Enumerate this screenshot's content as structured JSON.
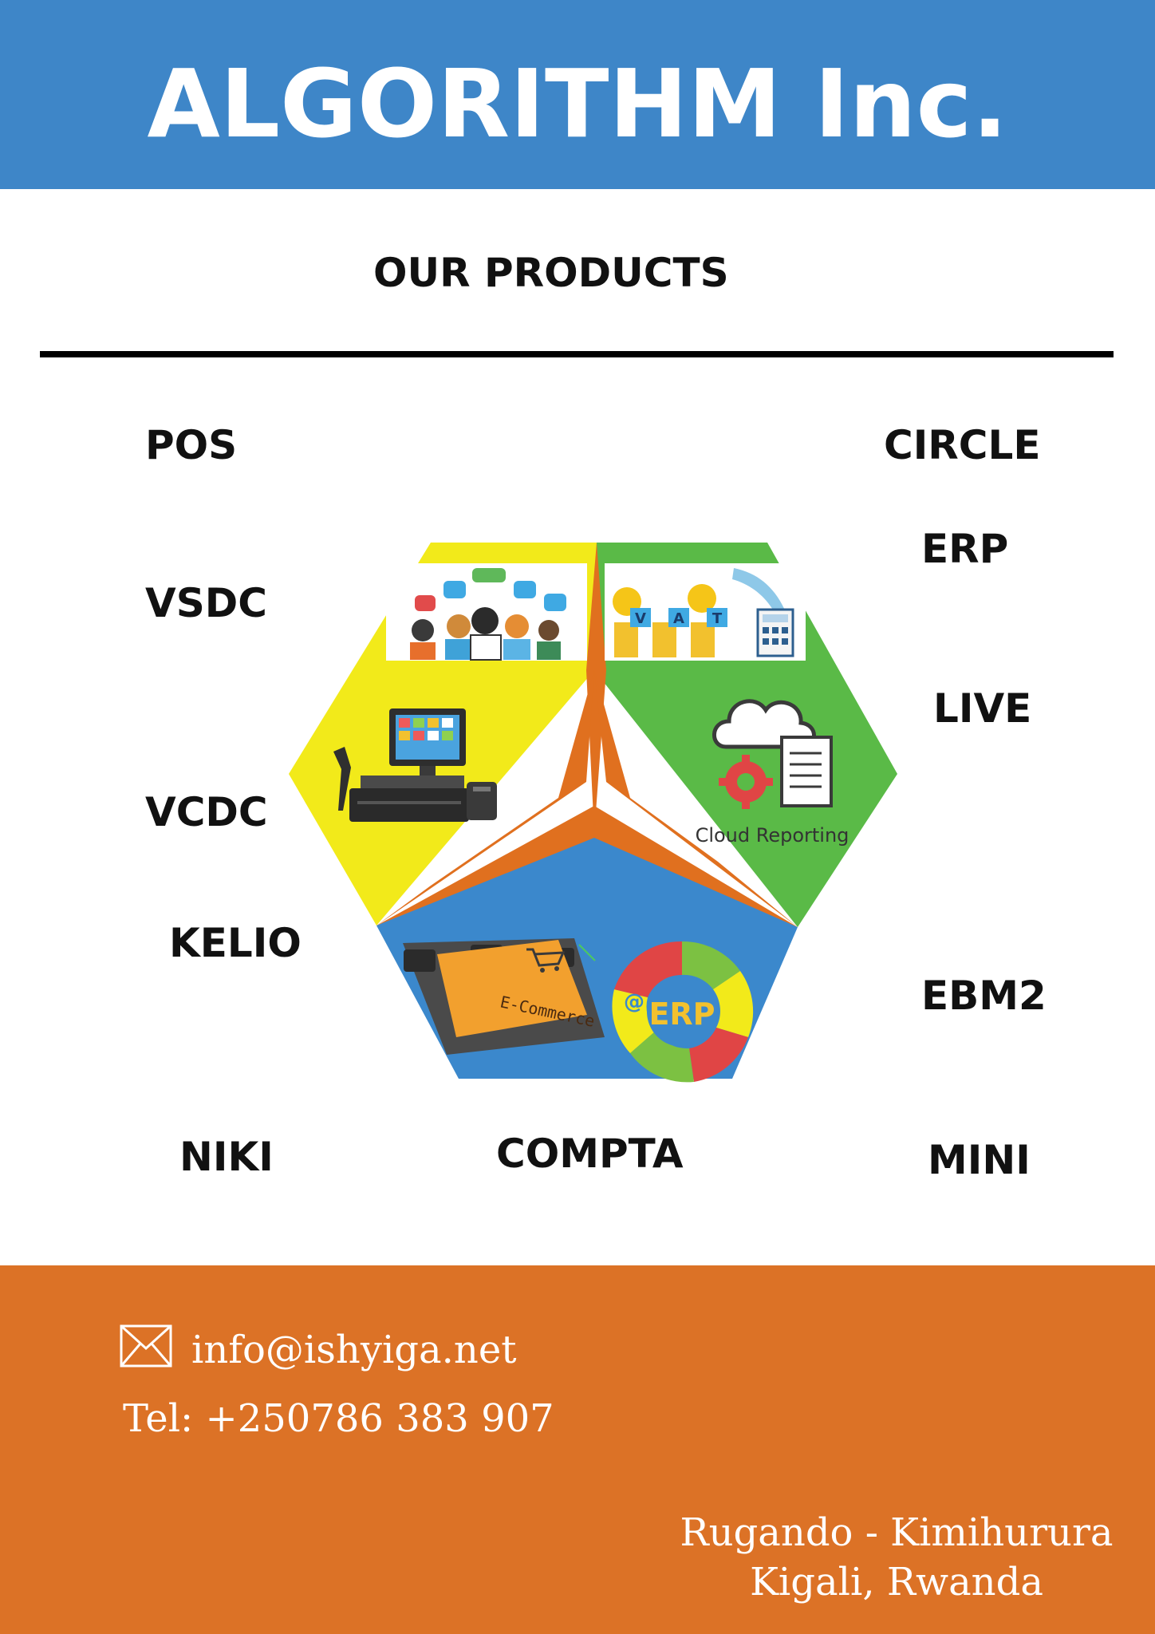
{
  "header": {
    "company": "ALGORITHM Inc."
  },
  "products_section": {
    "title": "OUR PRODUCTS",
    "products": [
      "POS",
      "CIRCLE",
      "ERP",
      "VSDC",
      "LIVE",
      "VCDC",
      "KELIO",
      "EBM2",
      "NIKI",
      "COMPTA",
      "MINI"
    ]
  },
  "graphic": {
    "cloud_label": "Cloud Reporting",
    "ecommerce_key": "E-Commerce",
    "erp_wheel": "ERP",
    "vat_letters": [
      "V",
      "A",
      "T"
    ]
  },
  "contact": {
    "email": "info@ishyiga.net",
    "phone": "Tel: +250786 383 907",
    "address_line1": "Rugando - Kimihurura",
    "address_line2": "Kigali, Rwanda"
  },
  "colors": {
    "header_blue": "#3e86c8",
    "footer_orange": "#dc7226",
    "hex_yellow": "#f2ea1a",
    "hex_green": "#5aba47",
    "hex_blue": "#3b88cc",
    "hex_orange": "#e0701f"
  },
  "icons": [
    "envelope-icon",
    "pos-terminal-icon",
    "cloud-document-icon",
    "gear-icon",
    "shopping-cart-icon",
    "erp-wheel-icon"
  ]
}
